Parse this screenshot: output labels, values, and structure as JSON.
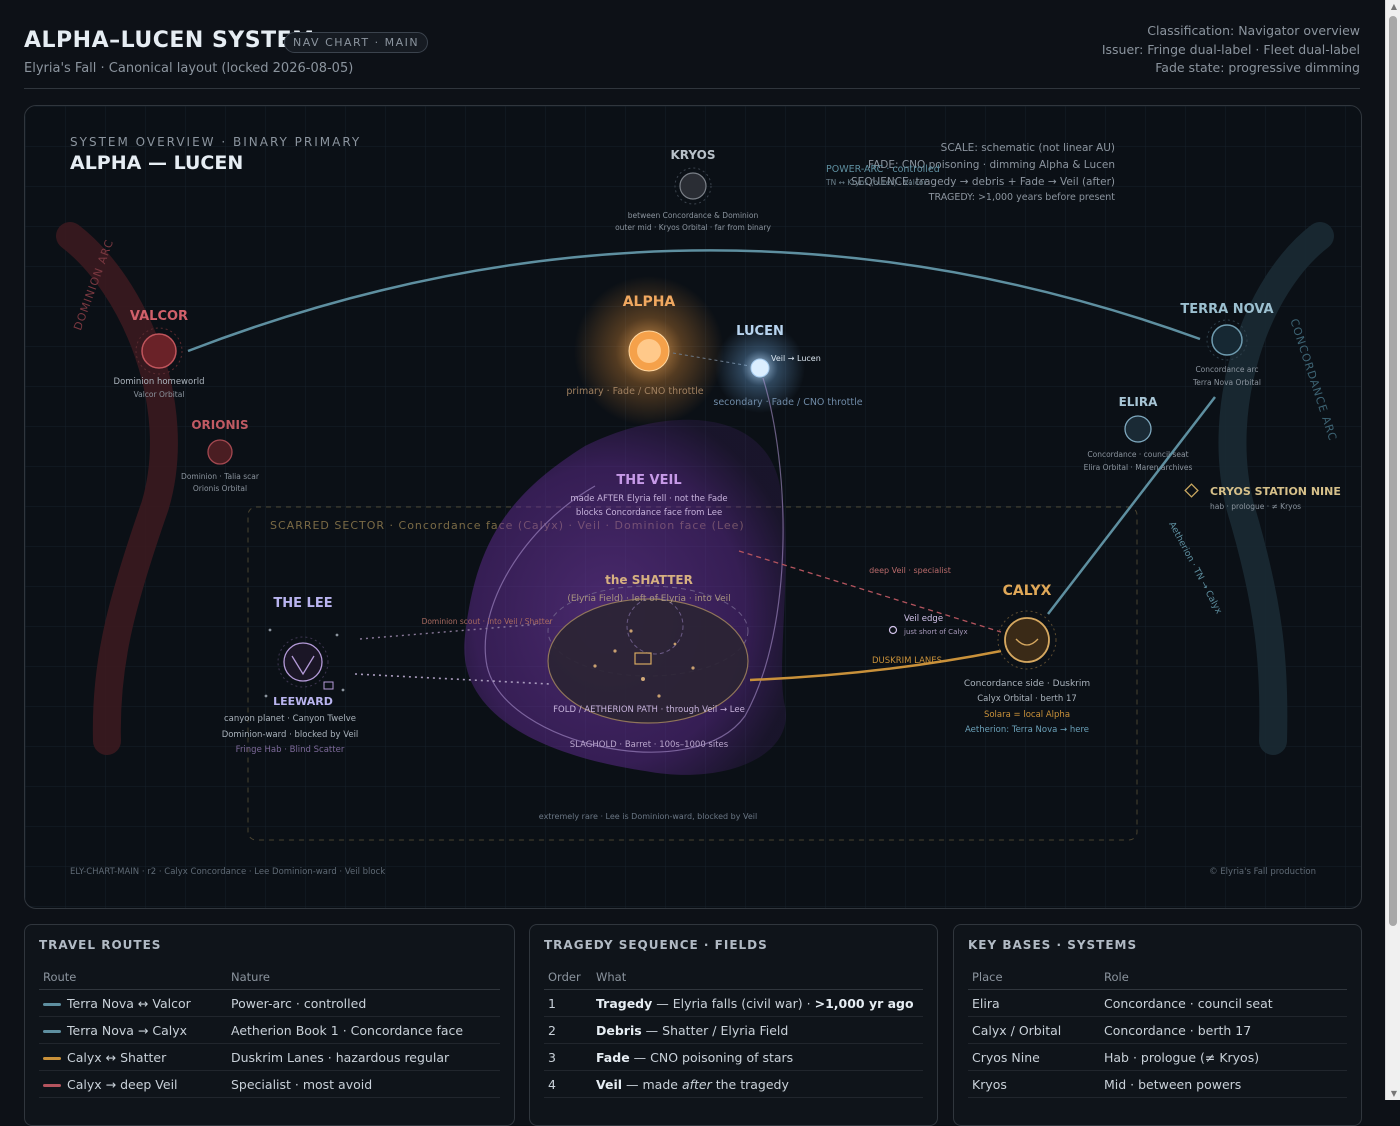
{
  "header": {
    "title": "ALPHA–LUCEN SYSTEM",
    "pill": "NAV CHART · MAIN",
    "subtitle": "Elyria's Fall · Canonical layout (locked 2026-08-05)",
    "meta": [
      "Classification: Navigator overview",
      "Issuer: Fringe dual-label · Fleet dual-label",
      "Fade state: progressive dimming"
    ]
  },
  "map": {
    "overline": "SYSTEM OVERVIEW · BINARY PRIMARY",
    "title": "ALPHA — LUCEN",
    "notes": {
      "scale": "SCALE: schematic (not linear AU)",
      "fade": "FADE: CNO poisoning · dimming Alpha & Lucen",
      "sequence": "SEQUENCE: tragedy → debris + Fade → Veil (after)",
      "tragedy": "TRAGEDY: >1,000 years before present",
      "powerarc": "POWER-ARC · controlled",
      "powerarc_sub": "TN ↔ Kryos (outer) · Valcor"
    },
    "arcs": {
      "dominion": "DOMINION ARC",
      "concordance": "CONCORDANCE ARC"
    },
    "kryos": {
      "name": "KRYOS",
      "line1": "between Concordance & Dominion",
      "line2": "outer mid · Kryos Orbital · far from binary"
    },
    "alpha": {
      "name": "ALPHA",
      "caption": "primary · Fade / CNO throttle"
    },
    "lucen": {
      "name": "LUCEN",
      "caption": "secondary · Fade / CNO throttle",
      "link": "Veil → Lucen"
    },
    "valcor": {
      "name": "VALCOR",
      "line1": "Dominion homeworld",
      "line2": "Valcor Orbital"
    },
    "orionis": {
      "name": "ORIONIS",
      "line1": "Dominion · Talia scar",
      "line2": "Orionis Orbital"
    },
    "terranova": {
      "name": "TERRA NOVA",
      "line1": "Concordance arc",
      "line2": "Terra Nova Orbital"
    },
    "elira": {
      "name": "ELIRA",
      "line1": "Concordance · council seat",
      "line2": "Elira Orbital · Maren archives"
    },
    "cryos": {
      "name": "CRYOS STATION NINE",
      "line1": "hab · prologue · ≠ Kryos"
    },
    "veil": {
      "name": "THE VEIL",
      "line1": "made AFTER Elyria fell · not the Fade",
      "line2": "blocks Concordance face from Lee"
    },
    "sector": {
      "label": "SCARRED SECTOR · Concordance face (Calyx) · Veil · Dominion face (Lee)",
      "footer": "extremely rare · Lee is Dominion-ward, blocked by Veil"
    },
    "shatter": {
      "name": "the SHATTER",
      "line1": "(Elyria Field) · left of Elyria · into Veil",
      "fold": "FOLD / AETHERION PATH · through Veil → Lee",
      "slaghold": "SLAGHOLD · Barret · 100s–1000 sites"
    },
    "lee": {
      "name": "THE LEE",
      "sub": "LEEWARD",
      "line1": "canyon planet · Canyon Twelve",
      "line2": "Dominion-ward · blocked by Veil",
      "line3": "Fringe Hab · Blind Scatter",
      "scout": "Dominion scout · into Veil / Shatter"
    },
    "calyx": {
      "name": "CALYX",
      "line1": "Concordance side · Duskrim",
      "line2": "Calyx Orbital · berth 17",
      "line3": "Solara = local Alpha",
      "line4": "Aetherion: Terra Nova → here"
    },
    "routes": {
      "duskrim": "DUSKRIM LANES",
      "deepveil": "deep Veil · specialist",
      "aetherion": "Aetherion · TN → Calyx",
      "veiledge": "Veil edge",
      "veiledge_sub": "just short of Calyx"
    },
    "footer_left": "ELY-CHART-MAIN · r2 · Calyx Concordance · Lee Dominion-ward · Veil block",
    "footer_right": "© Elyria's Fall production",
    "colors": {
      "route_blue": "#5e8fa0",
      "route_gold": "#c9913a",
      "route_red": "#b4545e",
      "veil": "#9b59d0"
    }
  },
  "travel": {
    "title": "TRAVEL ROUTES",
    "headers": [
      "Route",
      "Nature"
    ],
    "rows": [
      {
        "color": "#5e8fa0",
        "route": "Terra Nova ↔ Valcor",
        "nature": "Power-arc · controlled"
      },
      {
        "color": "#5e8fa0",
        "route": "Terra Nova → Calyx",
        "nature": "Aetherion Book 1 · Concordance face"
      },
      {
        "color": "#c9913a",
        "route": "Calyx ↔ Shatter",
        "nature": "Duskrim Lanes · hazardous regular"
      },
      {
        "color": "#b4545e",
        "route": "Calyx → deep Veil",
        "nature": "Specialist · most avoid"
      }
    ]
  },
  "tragedy": {
    "title": "TRAGEDY SEQUENCE · FIELDS",
    "headers": [
      "Order",
      "What"
    ],
    "rows": [
      {
        "n": "1",
        "bold": "Tragedy",
        "rest": " — Elyria falls (civil war) · ",
        "bold2": ">1,000 yr ago"
      },
      {
        "n": "2",
        "bold": "Debris",
        "rest": " — Shatter / Elyria Field",
        "bold2": ""
      },
      {
        "n": "3",
        "bold": "Fade",
        "rest": " — CNO poisoning of stars",
        "bold2": ""
      },
      {
        "n": "4",
        "bold": "Veil",
        "rest": " — made ",
        "italic": "after",
        "rest2": " the tragedy",
        "bold2": ""
      }
    ]
  },
  "bases": {
    "title": "KEY BASES · SYSTEMS",
    "headers": [
      "Place",
      "Role"
    ],
    "rows": [
      {
        "place": "Elira",
        "role": "Concordance · council seat"
      },
      {
        "place": "Calyx / Orbital",
        "role": "Concordance · berth 17"
      },
      {
        "place": "Cryos Nine",
        "role": "Hab · prologue (≠ Kryos)"
      },
      {
        "place": "Kryos",
        "role": "Mid · between powers"
      }
    ]
  }
}
